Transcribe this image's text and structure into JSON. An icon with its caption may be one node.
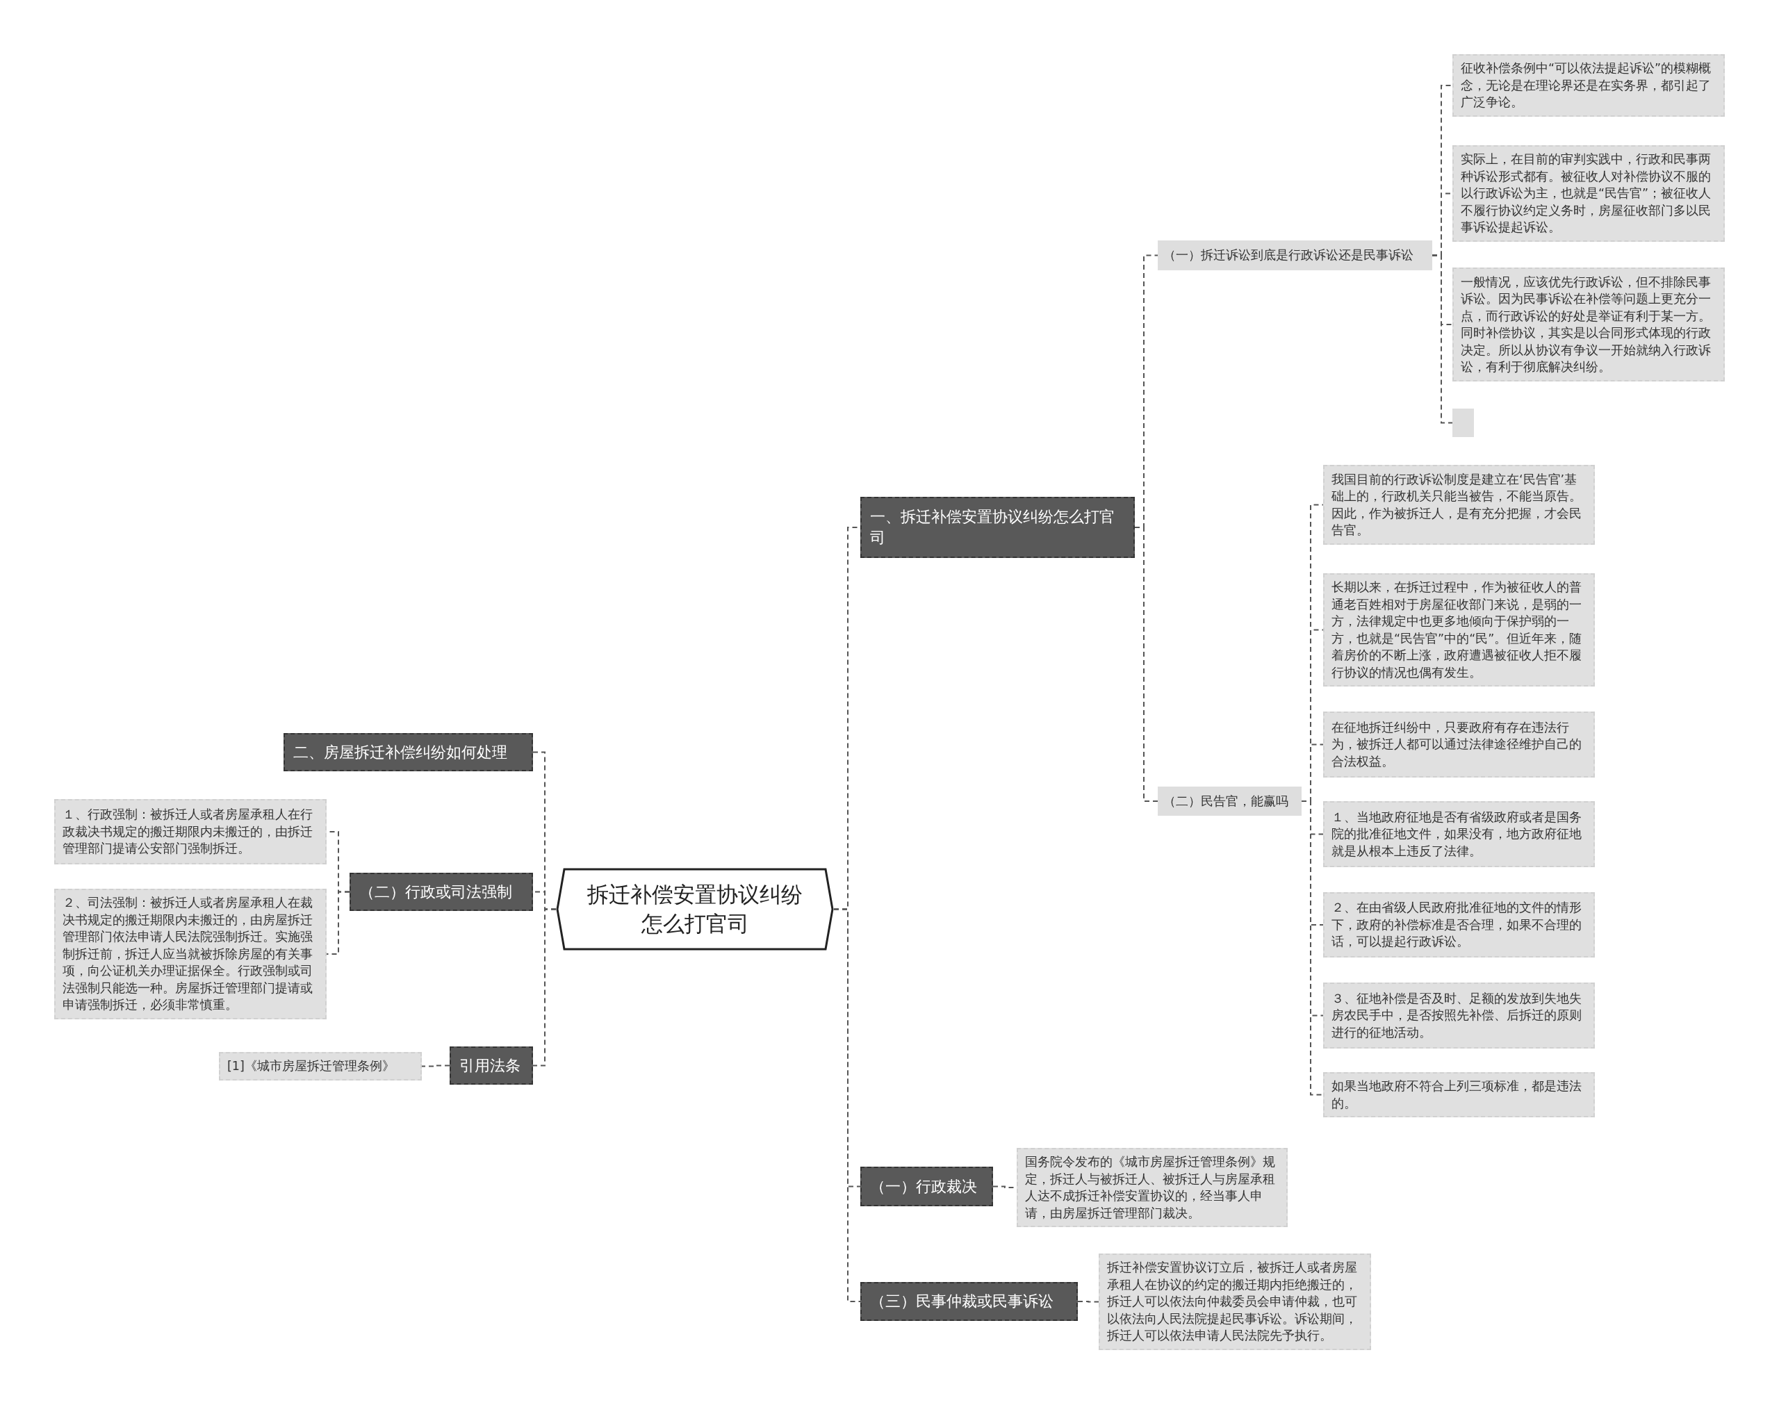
{
  "diagram": {
    "nodes": [
      {
        "text": [
          "拆迁补偿安置协议纠纷怎么打官司"
        ]
      },
      {
        "text": [
          "一、拆迁补偿安置协议纠纷怎么打官司"
        ]
      },
      {
        "text": [
          "（一）拆迁诉讼到底是行政诉讼还是民事诉讼"
        ]
      },
      {
        "text": [
          "征收补偿条例中“可以依法提起诉讼”的模糊概念，无论是在理论界还是在实务界，都引起了广泛争论。"
        ]
      },
      {
        "text": [
          "实际上，在目前的审判实践中，行政和民事两种诉讼形式都有。被征收人对补偿协议不服的以行政诉讼为主，也就是“民告官”；被征收人不履行协议约定义务时，房屋征收部门多以民事诉讼提起诉讼。"
        ]
      },
      {
        "text": [
          "一般情况，应该优先行政诉讼，但不排除民事诉讼。因为民事诉讼在补偿等问题上更充分一点，而行政诉讼的好处是举证有利于某一方。同时补偿协议，其实是以合同形式体现的行政决定。所以从协议有争议一开始就纳入行政诉讼，有利于彻底解决纠纷。"
        ]
      },
      {
        "text": [],
        "shape": "box"
      },
      {
        "text": [
          "（二）民告官，能赢吗"
        ]
      },
      {
        "text": [
          "我国目前的行政诉讼制度是建立在‘民告官’基础上的，行政机关只能当被告，不能当原告。因此，作为被拆迁人，是有充分把握，才会民告官。"
        ]
      },
      {
        "text": [
          "长期以来，在拆迁过程中，作为被征收人的普通老百姓相对于房屋征收部门来说，是弱的一方，法律规定中也更多地倾向于保护弱的一方，也就是“民告官”中的“民”。但近年来，随着房价的不断上涨，政府遭遇被征收人拒不履行协议的情况也偶有发生。"
        ]
      },
      {
        "text": [
          "在征地拆迁纠纷中，只要政府有存在违法行为，被拆迁人都可以通过法律途径维护自己的合法权益。"
        ]
      },
      {
        "text": [
          "１、当地政府征地是否有省级政府或者是国务院的批准征地文件，如果没有，地方政府征地就是从根本上违反了法律。"
        ]
      },
      {
        "text": [
          "２、在由省级人民政府批准征地的文件的情形下，政府的补偿标准是否合理，如果不合理的话，可以提起行政诉讼。"
        ]
      },
      {
        "text": [
          "３、征地补偿是否及时、足额的发放到失地失房农民手中，是否按照先补偿、后拆迁的原则进行的征地活动。"
        ]
      },
      {
        "text": [
          "如果当地政府不符合上列三项标准，都是违法的。"
        ]
      },
      {
        "text": [
          "（一）行政裁决"
        ]
      },
      {
        "text": [
          "国务院令发布的《城市房屋拆迁管理条例》规定，拆迁人与被拆迁人、被拆迁人与房屋承租人达不成拆迁补偿安置协议的，经当事人申请，由房屋拆迁管理部门裁决。"
        ]
      },
      {
        "text": [
          "（三）民事仲裁或民事诉讼"
        ]
      },
      {
        "text": [
          "拆迁补偿安置协议订立后，被拆迁人或者房屋承租人在协议的约定的搬迁期内拒绝搬迁的，拆迁人可以依法向仲裁委员会申请仲裁，也可以依法向人民法院提起民事诉讼。诉讼期间，拆迁人可以依法申请人民法院先予执行。"
        ]
      },
      {
        "text": [
          "二、房屋拆迁补偿纠纷如何处理"
        ]
      },
      {
        "text": [
          "（二）行政或司法强制"
        ]
      },
      {
        "text": [
          "１、行政强制：被拆迁人或者房屋承租人在行政裁决书规定的搬迁期限内未搬迁的，由拆迁管理部门提请公安部门强制拆迁。"
        ]
      },
      {
        "text": [
          "２、司法强制：被拆迁人或者房屋承租人在裁决书规定的搬迁期限内未搬迁的，由房屋拆迁管理部门依法申请人民法院强制拆迁。实施强制拆迁前，拆迁人应当就被拆除房屋的有关事项，向公证机关办理证据保全。行政强制或司法强制只能选一种。房屋拆迁管理部门提请或申请强制拆迁，必须非常慎重。"
        ]
      },
      {
        "text": [
          "引用法条"
        ]
      },
      {
        "text": [
          "[1]《城市房屋拆迁管理条例》"
        ]
      }
    ],
    "edges": [
      {
        "from": 0,
        "to": 1,
        "arrow": "none"
      },
      {
        "from": 1,
        "to": 2,
        "arrow": "none"
      },
      {
        "from": 2,
        "to": 3,
        "arrow": "none"
      },
      {
        "from": 2,
        "to": 4,
        "arrow": "none"
      },
      {
        "from": 2,
        "to": 5,
        "arrow": "none"
      },
      {
        "from": 2,
        "to": 6,
        "arrow": "none"
      },
      {
        "from": 1,
        "to": 7,
        "arrow": "none"
      },
      {
        "from": 7,
        "to": 8,
        "arrow": "none"
      },
      {
        "from": 7,
        "to": 9,
        "arrow": "none"
      },
      {
        "from": 7,
        "to": 10,
        "arrow": "none"
      },
      {
        "from": 7,
        "to": 11,
        "arrow": "none"
      },
      {
        "from": 7,
        "to": 12,
        "arrow": "none"
      },
      {
        "from": 7,
        "to": 13,
        "arrow": "none"
      },
      {
        "from": 7,
        "to": 14,
        "arrow": "none"
      },
      {
        "from": 0,
        "to": 15,
        "arrow": "none"
      },
      {
        "from": 15,
        "to": 16,
        "arrow": "none"
      },
      {
        "from": 0,
        "to": 17,
        "arrow": "none"
      },
      {
        "from": 17,
        "to": 18,
        "arrow": "none"
      },
      {
        "from": 0,
        "to": 19,
        "arrow": "none"
      },
      {
        "from": 0,
        "to": 20,
        "arrow": "none"
      },
      {
        "from": 20,
        "to": 21,
        "arrow": "none"
      },
      {
        "from": 20,
        "to": 22,
        "arrow": "none"
      },
      {
        "from": 0,
        "to": 23,
        "arrow": "none"
      },
      {
        "from": 23,
        "to": 24,
        "arrow": "none"
      }
    ]
  }
}
